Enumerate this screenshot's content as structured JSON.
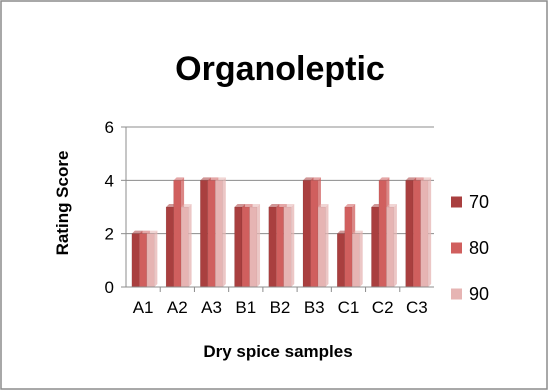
{
  "chart_data": {
    "type": "bar",
    "title": "Organoleptic",
    "xlabel": "Dry spice samples",
    "ylabel": "Rating Score",
    "ylim": [
      0,
      6
    ],
    "yticks": [
      0,
      2,
      4,
      6
    ],
    "grid": true,
    "legend": "right",
    "categories": [
      "A1",
      "A2",
      "A3",
      "B1",
      "B2",
      "B3",
      "C1",
      "C2",
      "C3"
    ],
    "series": [
      {
        "name": "70",
        "color": "#a93f3f",
        "values": [
          2,
          3,
          4,
          3,
          3,
          4,
          2,
          3,
          4
        ]
      },
      {
        "name": "80",
        "color": "#d05f5e",
        "values": [
          2,
          4,
          4,
          3,
          3,
          4,
          3,
          4,
          4
        ]
      },
      {
        "name": "90",
        "color": "#e6b4b3",
        "values": [
          2,
          3,
          4,
          3,
          3,
          3,
          2,
          3,
          4
        ]
      }
    ]
  }
}
